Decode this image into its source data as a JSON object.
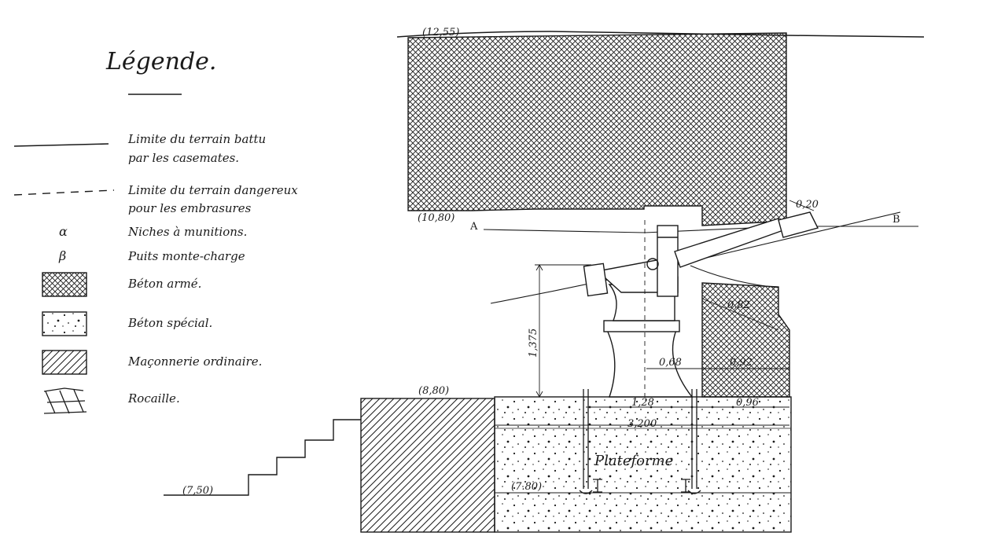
{
  "legend": {
    "title": "Légende.",
    "items": [
      {
        "symbol": "solid-line",
        "text1": "Limite du terrain battu",
        "text2": "par les casemates."
      },
      {
        "symbol": "dashed-line",
        "text1": "Limite du terrain dangereux",
        "text2": "pour les embrasures"
      },
      {
        "symbol": "alpha",
        "glyph": "α",
        "text1": "Niches à munitions."
      },
      {
        "symbol": "beta",
        "glyph": "β",
        "text1": "Puits monte-charge"
      },
      {
        "symbol": "crosshatch",
        "text1": "Béton armé."
      },
      {
        "symbol": "dots",
        "text1": "Béton spécial."
      },
      {
        "symbol": "diagonal",
        "text1": "Maçonnerie ordinaire."
      },
      {
        "symbol": "rocaille",
        "text1": "Rocaille."
      }
    ]
  },
  "elevations": {
    "top": "(12,55)",
    "ceiling": "(10,80)",
    "ground": "(8,80)",
    "stairs": "(7,50)",
    "platform": "(7.80)"
  },
  "labels": {
    "point_a": "A",
    "point_b": "B",
    "platform": "Plateforme"
  },
  "dimensions": {
    "height": "1,375",
    "gap": "0,20",
    "wall_thickness_upper": "0,82",
    "wall_thickness_lower": "0,92",
    "mount_offset": "0,68",
    "base_width": "1,28",
    "right_width": "0,96",
    "platform_width": "3,200"
  },
  "colors": {
    "ink": "#1a1a1a",
    "paper": "#ffffff"
  }
}
